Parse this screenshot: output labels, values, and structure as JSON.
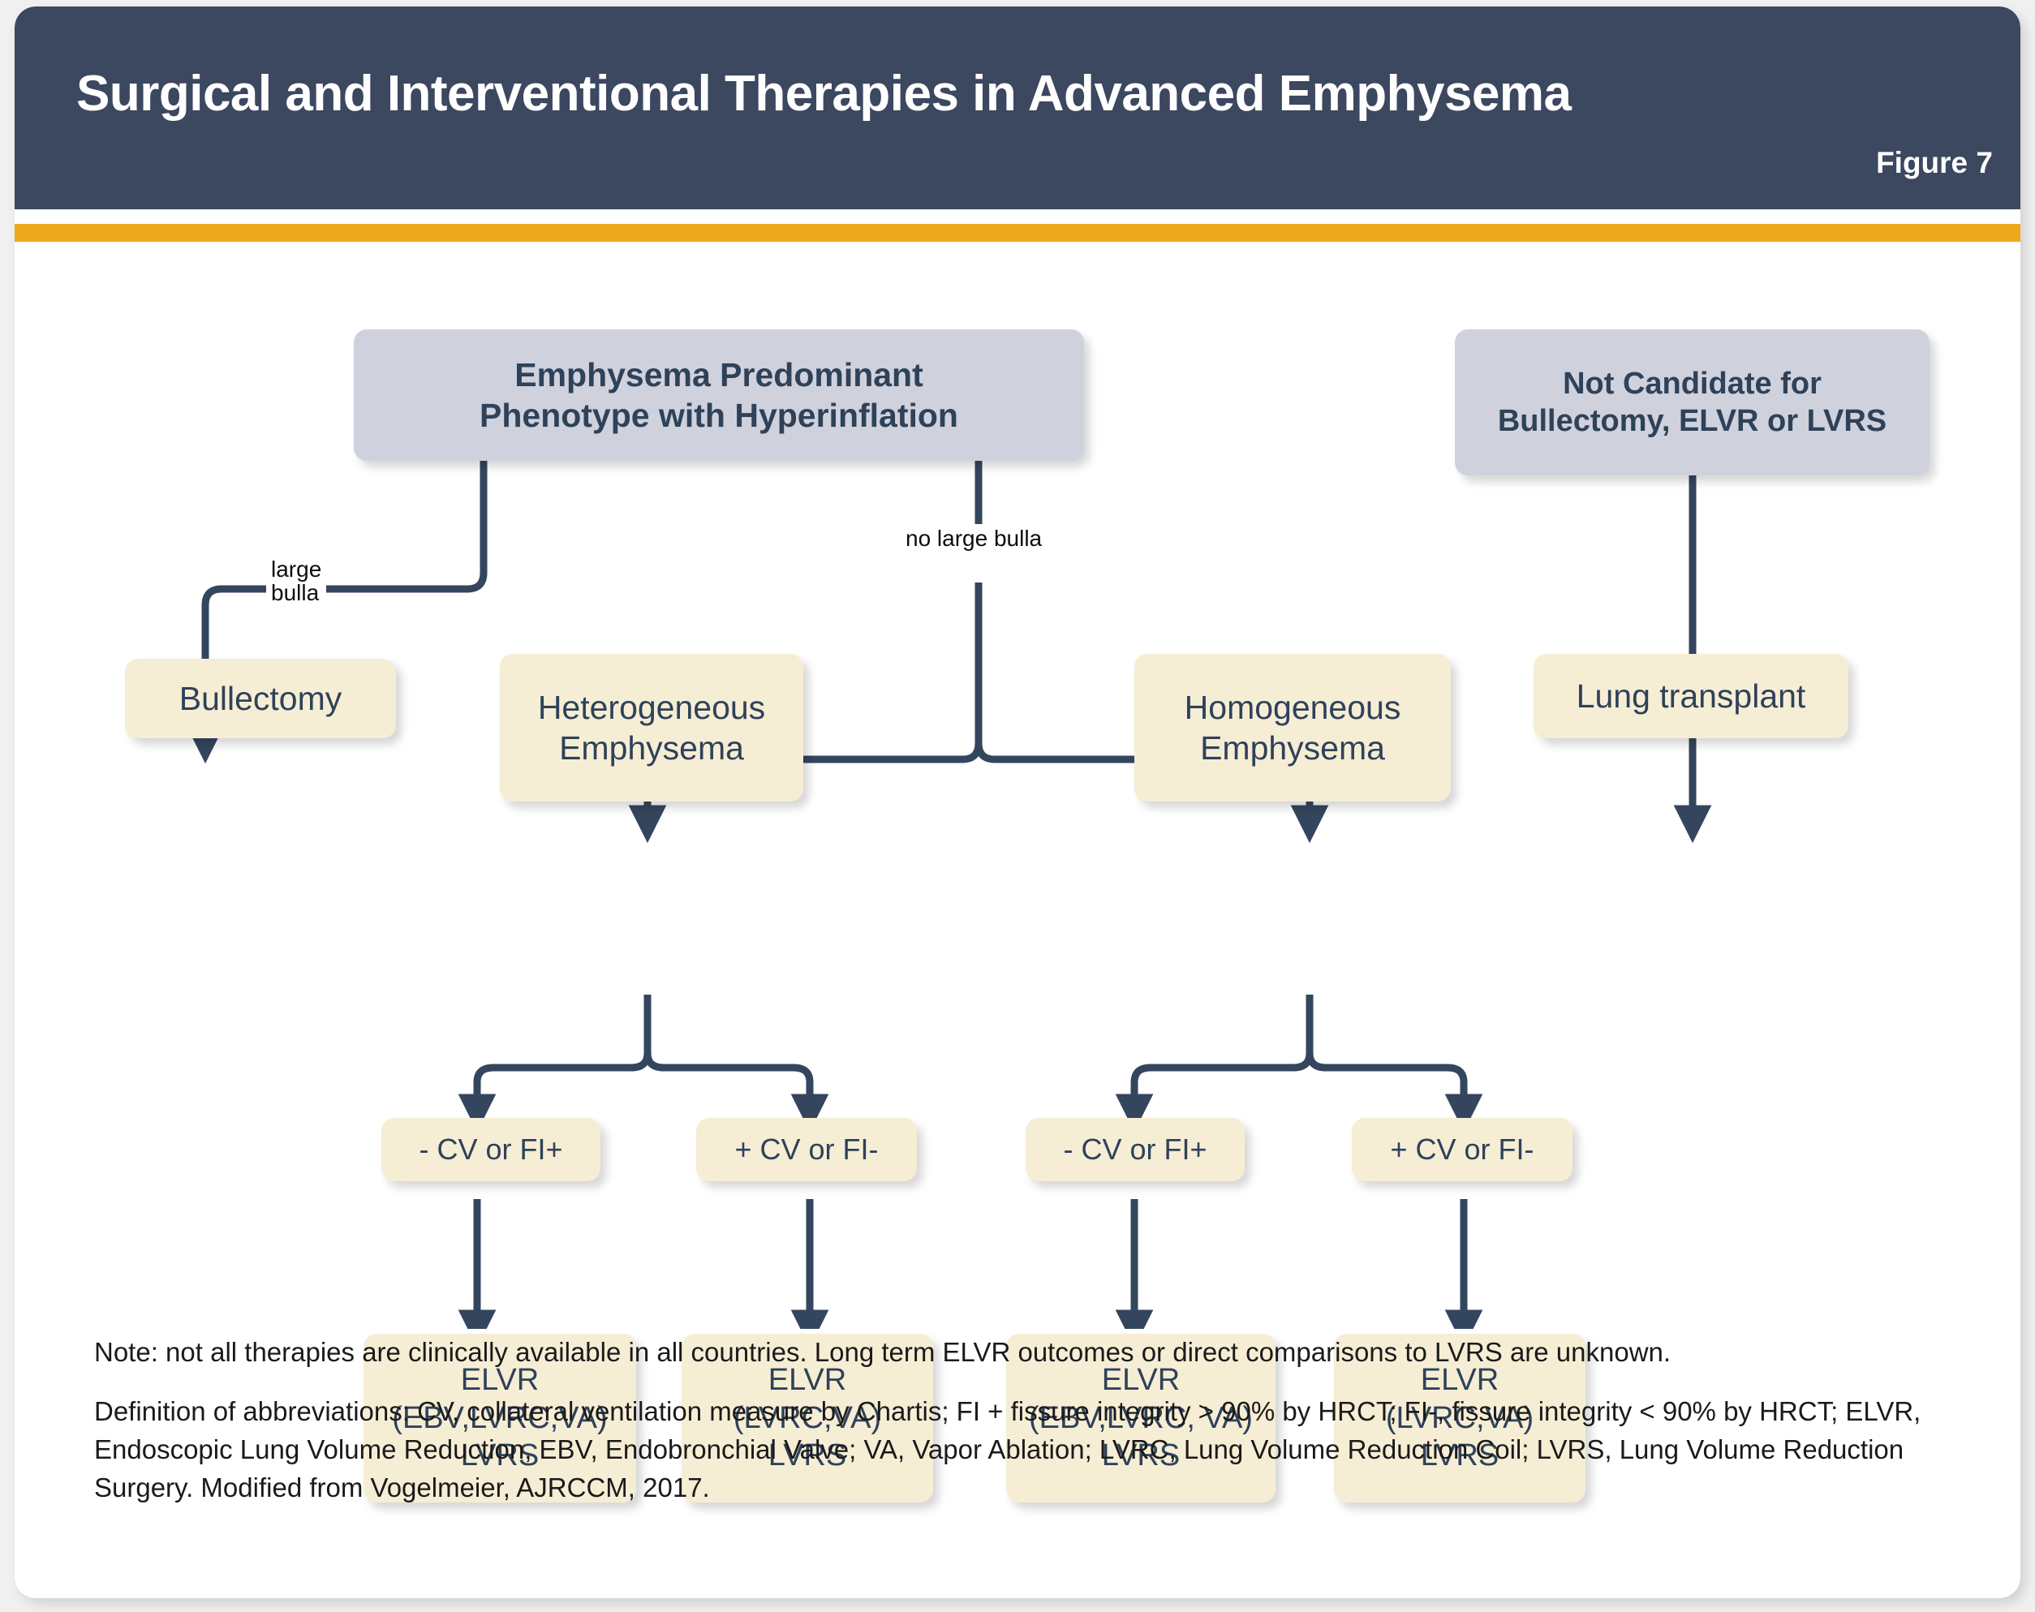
{
  "header": {
    "title": "Surgical and Interventional Therapies in Advanced Emphysema",
    "figure_label": "Figure  7",
    "bar_color": "#3c4760",
    "accent_color": "#eca91e"
  },
  "palette": {
    "header_node_fill": "#cfd1dd",
    "node_fill": "#f6edd5",
    "node_text": "#2e4259",
    "connector": "#34465e",
    "panel_bg": "#ffffff"
  },
  "nodes": {
    "phenotype": "Emphysema Predominant\nPhenotype with Hyperinflation",
    "not_candidate": "Not Candidate for\nBullectomy, ELVR or LVRS",
    "bullectomy": "Bullectomy",
    "heterogeneous": "Heterogeneous\nEmphysema",
    "homogeneous": "Homogeneous\nEmphysema",
    "lung_transplant": "Lung transplant",
    "het_neg_cv": "- CV or FI+",
    "het_pos_cv": "+ CV or FI-",
    "hom_neg_cv": "- CV or FI+",
    "hom_pos_cv": "+ CV or FI-",
    "elvr_het_neg": "ELVR\n(EBV,LVRC,VA)\nLVRS",
    "elvr_het_pos": "ELVR\n(LVRC,VA)\nLVRS",
    "elvr_hom_neg": "ELVR\n(EBV,LVRC, VA)\nLVRS",
    "elvr_hom_pos": "ELVR\n(LVRC,VA)\nLVRS"
  },
  "edge_labels": {
    "large_bulla": "large\nbulla",
    "no_large_bulla": "no large bulla"
  },
  "footnotes": {
    "note": "Note: not all therapies are clinically available in all countries. Long term ELVR outcomes or direct comparisons to LVRS are unknown.",
    "abbreviations": "Definition of abbreviations: CV, collateral ventilation measure by Chartis; FI + fissure integrity > 90% by HRCT; FI-, fissure integrity < 90% by HRCT;  ELVR, Endoscopic Lung Volume Reduction, EBV, Endobronchial Valve; VA, Vapor Ablation; LVRC, Lung Volume Reduction Coil; LVRS, Lung Volume Reduction Surgery. Modified from Vogelmeier, AJRCCM, 2017."
  }
}
